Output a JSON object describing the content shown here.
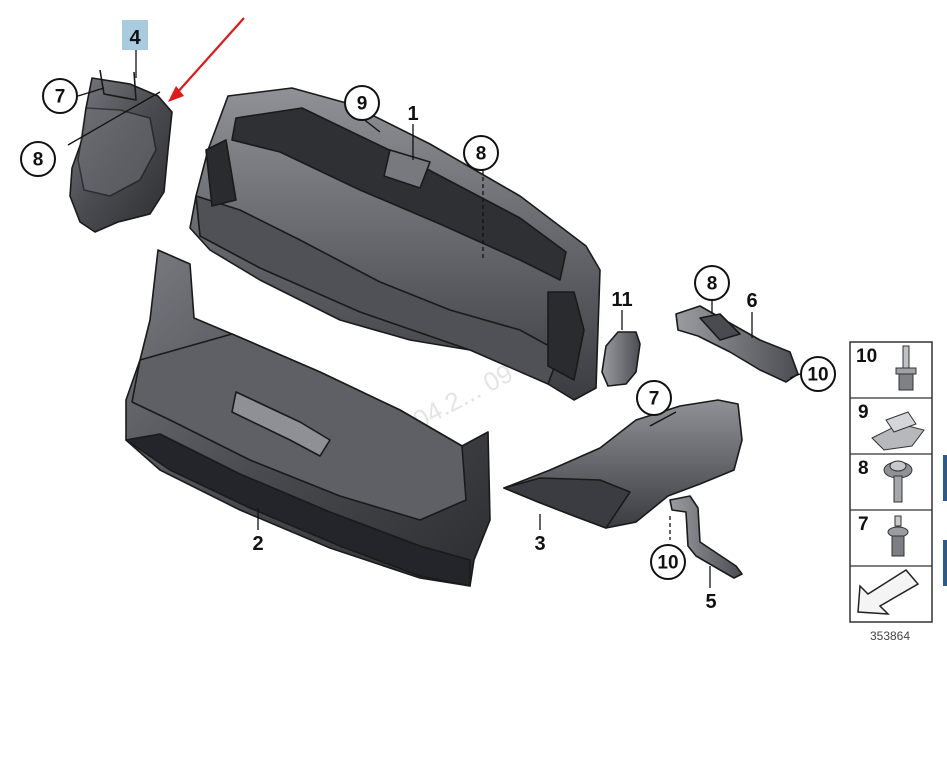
{
  "callouts": {
    "c1": "1",
    "c2": "2",
    "c3": "3",
    "c4": "4",
    "c5": "5",
    "c6": "6",
    "c7a": "7",
    "c7b": "7",
    "c8a": "8",
    "c8b": "8",
    "c8c": "8",
    "c9": "9",
    "c10a": "10",
    "c10b": "10",
    "c11": "11"
  },
  "legend": {
    "items": [
      "10",
      "9",
      "8",
      "7"
    ]
  },
  "diagram_id": "353864",
  "watermark": "6.04.2... 09 13 08",
  "colors": {
    "part_dark": "#3a3b40",
    "part_mid": "#5b5d63",
    "part_light": "#8a8c92",
    "highlight_box": "#a9cbe0",
    "arrow_red": "#e01818"
  }
}
